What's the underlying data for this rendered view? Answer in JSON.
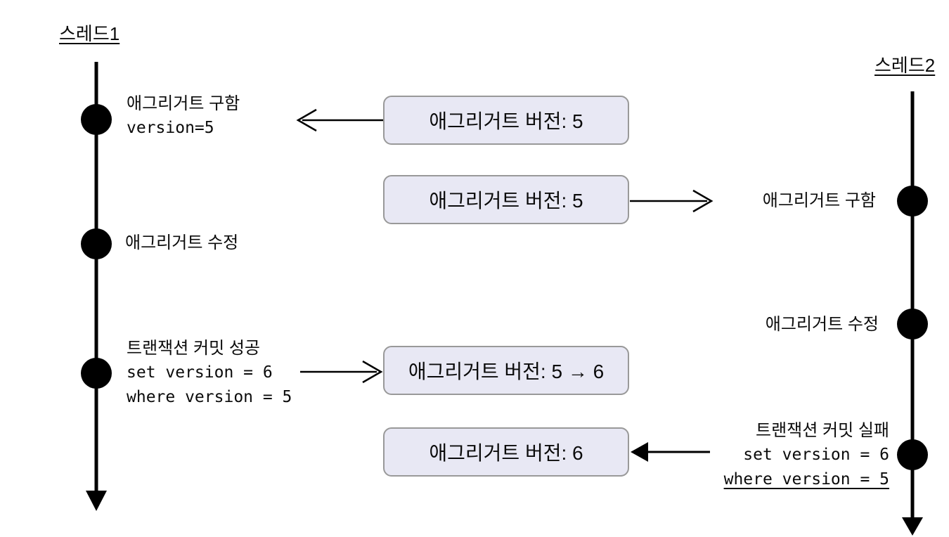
{
  "threads": [
    {
      "label": "스레드1",
      "events": [
        {
          "lines": [
            "애그리거트 구함",
            "version=5"
          ]
        },
        {
          "lines": [
            "애그리거트 수정"
          ]
        },
        {
          "lines": [
            "트랜잭션 커밋 성공",
            "set version = 6",
            "where version = 5"
          ]
        }
      ]
    },
    {
      "label": "스레드2",
      "events": [
        {
          "lines": [
            "애그리거트 구함"
          ]
        },
        {
          "lines": [
            "애그리거트 수정"
          ]
        },
        {
          "lines": [
            "트랜잭션 커밋 실패",
            "set version = 6",
            "where version = 5"
          ]
        }
      ]
    }
  ],
  "version_boxes": [
    {
      "label": "애그리거트 버전: 5"
    },
    {
      "label": "애그리거트 버전: 5"
    },
    {
      "label": "애그리거트 버전: 5 → 6"
    },
    {
      "label": "애그리거트 버전: 6"
    }
  ],
  "colors": {
    "line_color": "#000000",
    "box_fill": "#e8e8f4",
    "box_border": "#999999"
  }
}
